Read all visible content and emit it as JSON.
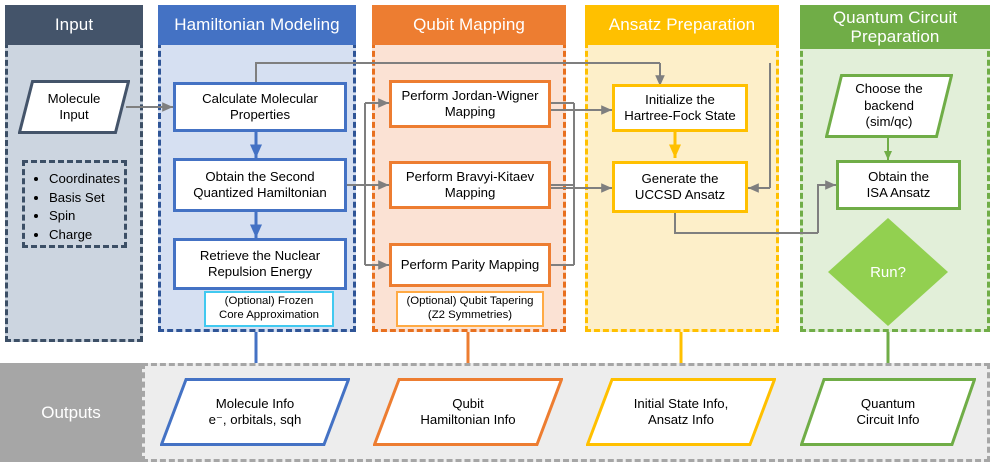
{
  "columns": [
    {
      "id": "input",
      "title": "Input",
      "header_color": "#44546A",
      "body_color": "#CCD5E0",
      "border_color": "#3C4F66"
    },
    {
      "id": "hamiltonian",
      "title": "Hamiltonian Modeling",
      "header_color": "#4472C4",
      "body_color": "#D6E0F2",
      "border_color": "#2F5597"
    },
    {
      "id": "qubit",
      "title": "Qubit Mapping",
      "header_color": "#ED7D31",
      "body_color": "#FBE2D4",
      "border_color": "#E8701F"
    },
    {
      "id": "ansatz",
      "title": "Ansatz Preparation",
      "header_color": "#FFC000",
      "body_color": "#FDEFC9",
      "border_color": "#FFC000"
    },
    {
      "id": "circuit",
      "title": "Quantum Circuit Preparation",
      "header_color": "#70AD47",
      "body_color": "#E2EFD9",
      "border_color": "#70AD47"
    }
  ],
  "input": {
    "data_shape_label": "Molecule\nInput",
    "data_shape_line1": "Molecule",
    "data_shape_line2": "Input",
    "bullets": [
      "Coordinates",
      "Basis Set",
      "Spin",
      "Charge"
    ]
  },
  "hamiltonian": {
    "nodes": [
      {
        "id": "calc-molecular-properties",
        "line1": "Calculate Molecular",
        "line2": "Properties"
      },
      {
        "id": "obtain-second-quantized-hamiltonian",
        "line1": "Obtain the Second",
        "line2": "Quantized Hamiltonian"
      },
      {
        "id": "retrieve-nuclear-repulsion-energy",
        "line1": "Retrieve the Nuclear",
        "line2": "Repulsion Energy"
      }
    ],
    "optional": {
      "id": "frozen-core-approximation",
      "line1": "(Optional) Frozen",
      "line2": "Core Approximation",
      "border_color": "#41C9F0"
    }
  },
  "qubit": {
    "nodes": [
      {
        "id": "jordan-wigner-mapping",
        "line1": "Perform Jordan-Wigner",
        "line2": "Mapping"
      },
      {
        "id": "bravyi-kitaev-mapping",
        "line1": "Perform Bravyi-Kitaev",
        "line2": "Mapping"
      },
      {
        "id": "parity-mapping",
        "line1": "Perform Parity Mapping",
        "line2": ""
      }
    ],
    "optional": {
      "id": "qubit-tapering",
      "line1": "(Optional) Qubit Tapering",
      "line2": "(Z2 Symmetries)",
      "border_color": "#FFAA44"
    }
  },
  "ansatz": {
    "nodes": [
      {
        "id": "initialize-hartree-fock-state",
        "line1": "Initialize the",
        "line2": "Hartree-Fock State"
      },
      {
        "id": "generate-uccsd-ansatz",
        "line1": "Generate the",
        "line2": "UCCSD Ansatz"
      }
    ]
  },
  "circuit": {
    "choose_backend": {
      "id": "choose-backend",
      "line1": "Choose the",
      "line2": "backend",
      "line3": "(sim/qc)"
    },
    "obtain_isa": {
      "id": "obtain-isa-ansatz",
      "line1": "Obtain the",
      "line2": "ISA Ansatz"
    },
    "decision": {
      "id": "run-decision",
      "label": "Run?"
    }
  },
  "outputs": {
    "label": "Outputs",
    "items": [
      {
        "id": "molecule-info",
        "line1": "Molecule Info",
        "line2": "e⁻, orbitals, sqh",
        "color": "#4472C4"
      },
      {
        "id": "qubit-hamiltonian-info",
        "line1": "Qubit",
        "line2": "Hamiltonian Info",
        "color": "#ED7D31"
      },
      {
        "id": "initial-state-ansatz-info",
        "line1": "Initial State Info,",
        "line2": "Ansatz Info",
        "color": "#FFC000"
      },
      {
        "id": "quantum-circuit-info",
        "line1": "Quantum",
        "line2": "Circuit Info",
        "color": "#70AD47"
      }
    ]
  },
  "colors": {
    "connector": "#7F7F7F",
    "input_accent": "#44546A",
    "blue": "#4472C4",
    "orange": "#ED7D31",
    "yellow": "#FFC000",
    "green": "#70AD47",
    "gray_band": "#EDEDED",
    "gray_label": "#A6A6A6"
  }
}
